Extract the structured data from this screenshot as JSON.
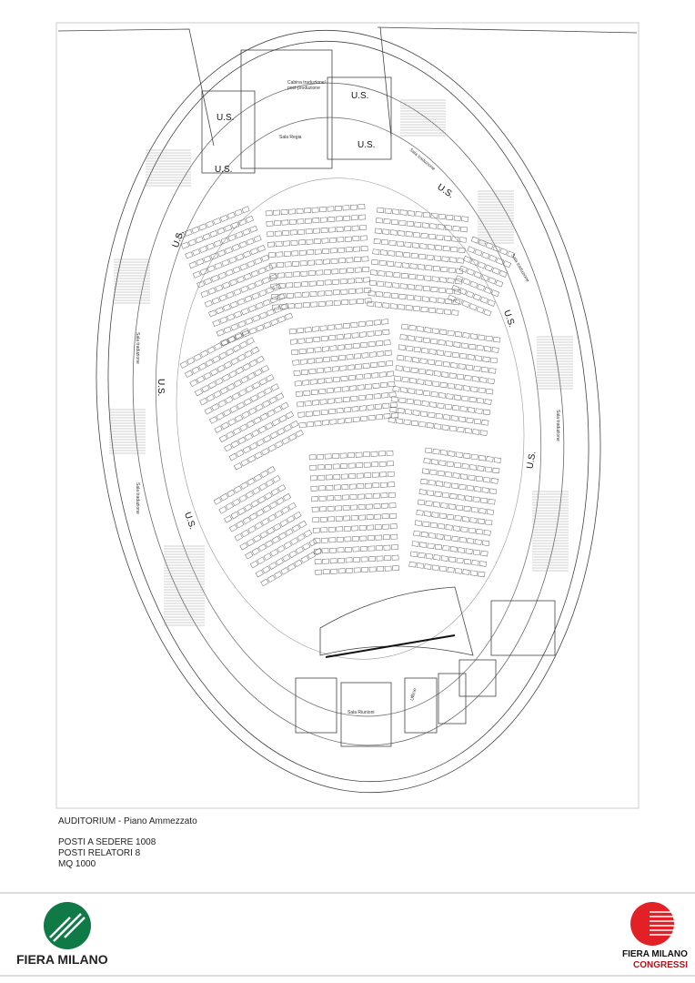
{
  "plan": {
    "us_label": "U.S.",
    "rooms": {
      "cabina": "Cabina traduzione/",
      "cabina2": "post-produzione",
      "regia": "Sala Regia",
      "traduzione": "Sala traduzione",
      "riunioni": "Sala Riunioni",
      "ufficio": "Ufficio"
    }
  },
  "caption": {
    "title": "AUDITORIUM - Piano Ammezzato",
    "seats": "POSTI A SEDERE 1008",
    "speakers": "POSTI RELATORI 8",
    "area": "MQ 1000"
  },
  "logos": {
    "left": "FIERA MILANO",
    "right_top": "FIERA MILANO",
    "right_bottom": "CONGRESSI",
    "green": "#0f7a45",
    "red": "#e32026"
  }
}
